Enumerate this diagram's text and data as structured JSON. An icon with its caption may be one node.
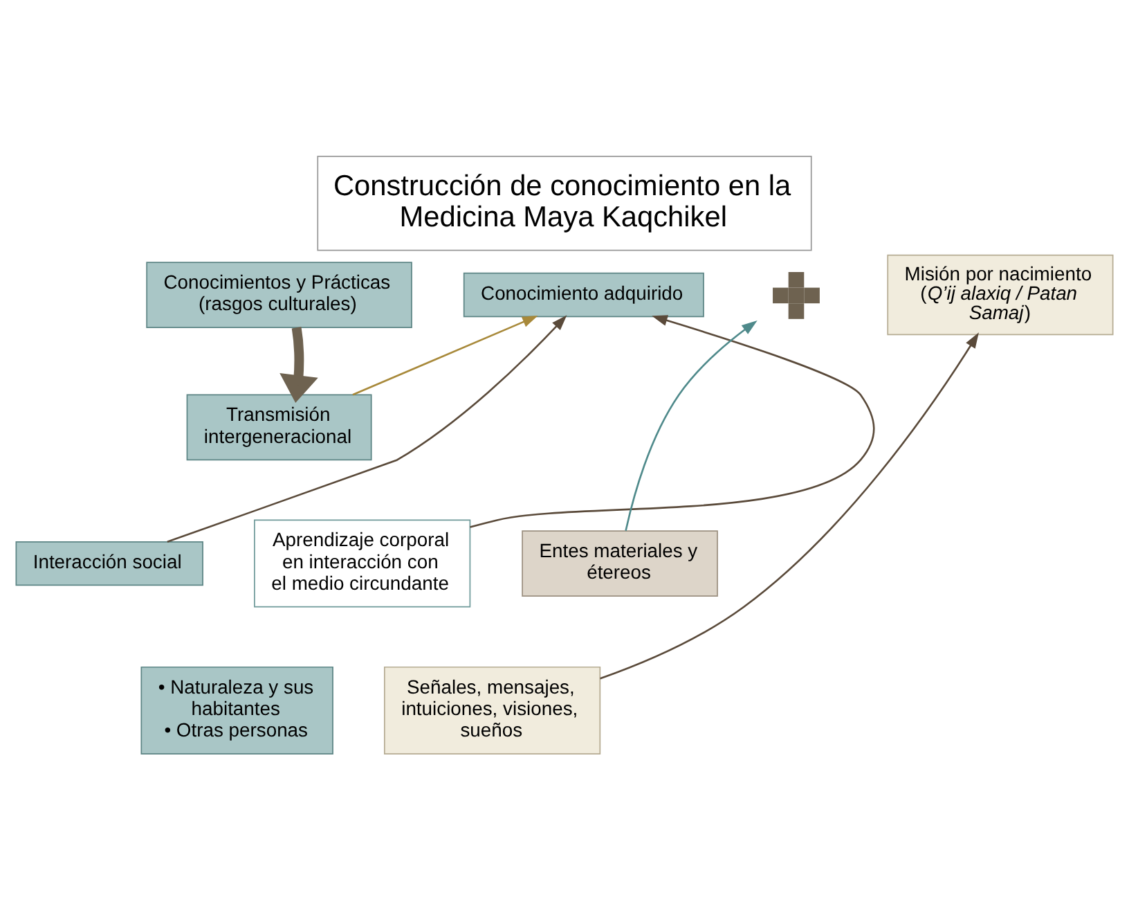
{
  "diagram": {
    "title": "Construcción de conocimiento en la Medicina Maya Kaqchikel",
    "nodes": [
      {
        "text": [
          "Conocimientos y Prácticas (rasgos culturales)"
        ]
      },
      {
        "text": [
          "Conocimiento adquirido"
        ]
      },
      {
        "text": [],
        "shape": "plus"
      },
      {
        "text": [
          "Misión por nacimiento (*Q’ij alaxiq / Patan Samaj*)"
        ]
      },
      {
        "text": [
          "Transmisión intergeneracional"
        ]
      },
      {
        "text": [
          "Interacción social"
        ]
      },
      {
        "text": [
          "• Naturaleza y sus habitantes",
          "• Otras personas"
        ]
      },
      {
        "text": [
          "Aprendizaje corporal en interacción con el medio circundante"
        ]
      },
      {
        "text": [
          "Entes materiales y étereos"
        ]
      },
      {
        "text": [
          "Señales, mensajes, intuiciones, visiones, sueños"
        ]
      }
    ],
    "edges": [
      {
        "from": 0,
        "to": 4,
        "arrow": "to",
        "style": "thick",
        "color": "#6e6250"
      },
      {
        "from": 4,
        "to": 1,
        "arrow": "to",
        "color": "#a8893a"
      },
      {
        "from": 5,
        "to": 1,
        "arrow": "to"
      },
      {
        "from": 7,
        "to": 1,
        "arrow": "to"
      },
      {
        "from": 8,
        "to": 2,
        "arrow": "to",
        "color": "#4f8a8b"
      },
      {
        "from": 9,
        "to": 3,
        "arrow": "to"
      }
    ]
  }
}
